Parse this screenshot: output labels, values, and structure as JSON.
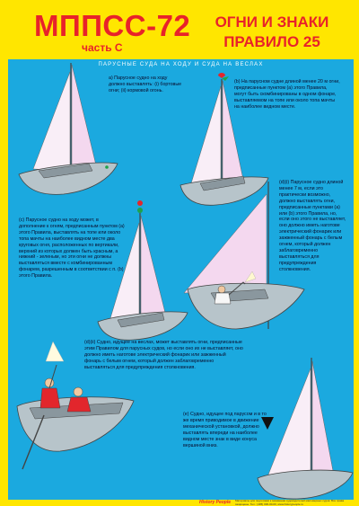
{
  "header": {
    "title": "МППСС-72",
    "part": "часть С",
    "rule_title": "ОГНИ И ЗНАКИ ПРАВИЛО 25"
  },
  "section_heading": "ПАРУСНЫЕ СУДА НА ХОДУ И СУДА НА ВЕСЛАХ",
  "colors": {
    "background": "#ffe600",
    "panel": "#1ba9df",
    "title": "#e8222a",
    "sail": "#f4d8ef",
    "hull": "#b7c4ca",
    "light_red": "#e2262c",
    "light_green": "#1ea34a"
  },
  "paragraphs": {
    "a": "а) Парусное судно на ходу должно выставлять: (i) бортовые огни; (ii) кормовой огонь.",
    "b": "(b) На парусном судне длиной менее 20 м огни, предписанные пунктом (а) этого Правила, могут быть скомбинированы в одном фонаре, выставляемом на топе или около топа мачты на наиболее видном месте.",
    "c": "(с) Парусное судно на ходу может, в дополнение к огням, предписанным пунктом (а) этого Правила, выставлять на топе или около топа мачты на наиболее видном месте два круговых огня, расположенных по вертикали, верхний из которых должен быть красным, а нижний - зеленым, но эти огни не должны выставляться вместе с комбинированным фонарем, разрешенным в соответствии с п. (b) этого Правила.",
    "d1": "(d)(i) Парусное судно длиной менее 7 м, если это практически возможно, должно выставлять огни, предписанные пунктами (а) или (b) этого Правила, но, если оно этого не выставляет, оно должно иметь наготове электрический фонарик или зажженный фонарь с белым огнем, который должен заблаговременно выставляться для предупреждения столкновения.",
    "d2": "(d)(ii) Судно, идущее на веслах, может выставлять огни, предписанные этим Правилом для парусных судов, но если оно их не выставляет, оно должно иметь наготове электрический фонарик или зажженный фонарь с белым огнем, который должен заблаговременно выставляться для предупреждения столкновения.",
    "e": "(e) Судно, идущее под парусом и в то же время приводимое в движение механической установкой, должно выставлять впереди на наиболее видном месте знак в виде конуса вершиной вниз."
  },
  "footer": {
    "publisher": "History People",
    "imprint": "Материалы для подготовки к экзаменам судоводителей маломерных судов. Все права защищены. Тел.: (495) 000-00-00, www.historypeople.ru"
  }
}
